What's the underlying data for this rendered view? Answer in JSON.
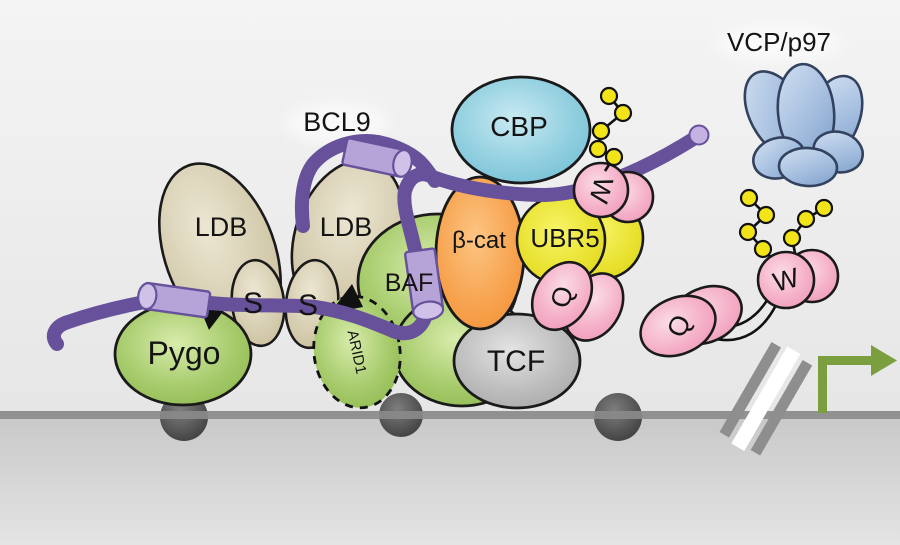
{
  "diagram": {
    "labels": {
      "bcl9": "BCL9",
      "vcp_p97": "VCP/p97",
      "ldb_left": "LDB",
      "ldb_right": "LDB",
      "ssbp_left": "S",
      "ssbp_right": "S",
      "pygo": "Pygo",
      "baf": "BAF",
      "arid1": "ARID1",
      "beta_catenin": "β-cat",
      "cbp": "CBP",
      "ubr5": "UBR5",
      "tcf": "TCF",
      "w_motif_bound": "W",
      "q_motif_bound": "Q",
      "q_motif_free": "Q",
      "w_motif_free": "W"
    },
    "colors": {
      "background_top": "#f3f3f3",
      "background_above_bar": "#e7e7e7",
      "background_below_bar_top": "#c9c9c9",
      "background_below_bar_bottom": "#e4e4e4",
      "dna_bar": "#8a8a8a",
      "nucleosome_dark": "#3c3c3c",
      "green_protein": "#8fba52",
      "tan_protein": "#cec4a4",
      "orange_protein": "#f5953b",
      "cyan_protein": "#79c3d9",
      "yellow_protein": "#e3dc20",
      "gray_protein": "#ababab",
      "pink_motif": "#f2a4c0",
      "purple_ribbon": "#66519a",
      "lilac_helix": "#b6a3d8",
      "ubiquitin_yellow": "#f2e419",
      "vcp_blue": "#9db9dc",
      "arrow_green": "#7b9e3e",
      "outline_black": "#1a1a1a"
    }
  }
}
